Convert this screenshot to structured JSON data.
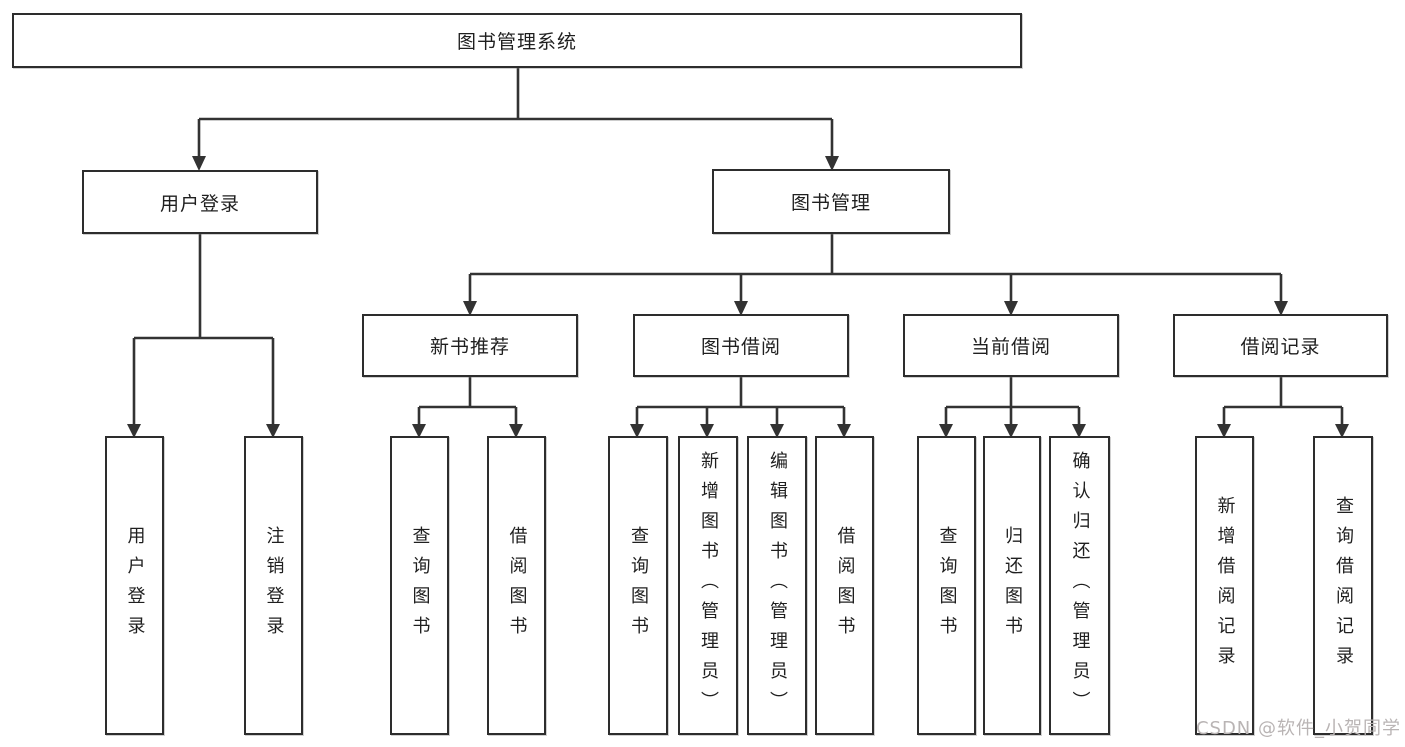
{
  "diagram": {
    "root": {
      "label": "图书管理系统"
    },
    "branches": [
      {
        "label": "用户登录",
        "children": [
          {
            "label": "用户登录"
          },
          {
            "label": "注销登录"
          }
        ]
      },
      {
        "label": "图书管理",
        "children": [
          {
            "label": "新书推荐",
            "children": [
              {
                "label": "查询图书"
              },
              {
                "label": "借阅图书"
              }
            ]
          },
          {
            "label": "图书借阅",
            "children": [
              {
                "label": "查询图书"
              },
              {
                "label": "新增图书（管理员）"
              },
              {
                "label": "编辑图书（管理员）"
              },
              {
                "label": "借阅图书"
              }
            ]
          },
          {
            "label": "当前借阅",
            "children": [
              {
                "label": "查询图书"
              },
              {
                "label": "归还图书"
              },
              {
                "label": "确认归还（管理员）"
              }
            ]
          },
          {
            "label": "借阅记录",
            "children": [
              {
                "label": "新增借阅记录"
              },
              {
                "label": "查询借阅记录"
              }
            ]
          }
        ]
      }
    ]
  },
  "watermark": {
    "text": "CSDN @软件_小贺同学"
  },
  "colors": {
    "line": "#333333",
    "box_border": "#2d2d2d",
    "box_fill": "#ffffff",
    "text": "#1f1f1f",
    "watermark": "#b9b4b4"
  }
}
